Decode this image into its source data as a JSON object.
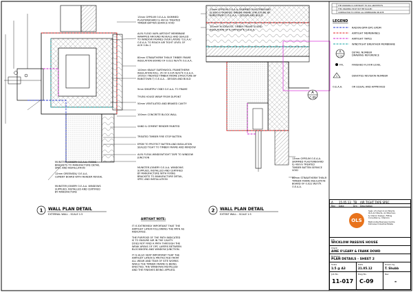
{
  "notes": {
    "gypsum_top": [
      "13mm GYPSUM O.E.A.A. SKIMMED",
      "PLASTERBOARD to 40mm TREATED",
      "TIMBER BATTEN SERVICE VOID"
    ],
    "airtight_tape": [
      "ALFA FLEXO VAPA AIRTIGHT MEMBRANE",
      "WRAPPED AROUND REVEALS AND SEALED",
      "TO WINDOW FRAMES OVER LAYERS 'O.E.A.A.'",
      "O.E.A.A. TO REACH AIR TIGHT LEVEL OF",
      "ACH 0.6n-1"
    ],
    "strawtherm": [
      "80mm STRAWTHERM THIN-R TIMBER FRAME",
      "INSULATION BOARD OF 0.022 W/m²K O.E.A.A."
    ],
    "earthwool": [
      "140mm KNAUF EARTHWOOL FRAMETHERM",
      "INSULATION ROLL 35 OF 0.035 W/m²K O.E.A.A.",
      "140mm TREATED TIMBER FRAME STRUCTURE BY",
      "RANSTOWN T/ O.E.A.A. - DESIGN AND BUILD"
    ],
    "osb": "9mm SMARTPLY OSB3 O.E.A.A. TO FRAME",
    "tyvek": "TYVEK HOUSE WRAP FROM DUPONT",
    "ventilated": "50mm VENTILATED AND BRAKED CAVITY",
    "block": "100mm CONCRETE BLOCK WALL",
    "render": "SAND & CEMENT RENDER PAINTED",
    "firestop": "TREATED TIMBER FIRE STOP BATTEN",
    "epdm": [
      "EPDM TO PROTECT BATTEN AND INSULATION",
      "SEALED TIGHT TO TIMBER FRAME AND WINDOW"
    ],
    "flexa_tape": [
      "ALFA FLEXA WINDOWTIGHT TAPE TO WINDOW",
      "JUNCTION"
    ],
    "munster_brackets": [
      "MUNSTER JOINERY O.E.A.A. FIXING",
      "BRACKETS TO MANUFACTURE DETAIL",
      "SPEC AND INSTALLATION"
    ],
    "greensea": [
      "12mm GREENSEA/ O.E.A.A.",
      "CEMENT BOARD WITH RENDER REVEAL"
    ],
    "munster_windows_left": [
      "MUNSTER JOINERY O.E.A.A. WINDOWS",
      "SUPPLIED, INSTALLED AND CERTIFIED",
      "BY MANUFACTURE"
    ],
    "munster_windows_mid": [
      "MUNSTER JOINERY O.E.A.A. WINDOWS",
      "SUPPLIED, INSTALLED AND CERTIFIED",
      "BY MANUFACTURE WITH FIXING",
      "BRACKETS TO MANUFACTURE DETAIL,",
      "SPEC AND INSTALLATION"
    ],
    "gypsum_right_top": [
      "13mm GYPSUM O.E.A.A. SKIMMED PLASTERBOARD",
      "to 80mm TREATED TIMBER FRAME STRUCTURE BY",
      "RANSTOWN T/ O.E.A.A. - DESIGN AND BUILD"
    ],
    "rockwool": [
      "100mm ROCKWOOL TIMBER FRAME SOUND",
      "INSULATION OF 0.044 W/m²K O.E.A.A."
    ],
    "gypsum_right_bottom": [
      "13mm GYPSUM O.E.A.A.",
      "SKIMMED PLASTERBOARD",
      "to 40mm TREATED",
      "TIMBER BATTEN SERVICE",
      "VOID"
    ],
    "strawtherm_right": [
      "80mm STRAWTHERM THIN-R",
      "TIMBER FRAME INSULATION",
      "BOARD OF 0.022 W/m²K",
      "O.E.A.A."
    ]
  },
  "details": [
    {
      "number": "1",
      "title": "WALL PLAN DETAIL",
      "subtitle": "EXTERNAL WALL - SCALE 1:5"
    },
    {
      "number": "2",
      "title": "WALL PLAN DETAIL",
      "subtitle": "EXTENT WALL - SCALE 1:5"
    }
  ],
  "airtight_note": {
    "heading": "AIRTIGHT NOTE:",
    "paragraphs": [
      [
        "IT IS EXTREMELY IMPORTANT THAT THE",
        "AIRTIGHT LAYER FOLLOWING THE PATH AS",
        "INDICATED."
      ],
      [
        "THE PURPOSE OF THE PATH INDICATED",
        "IS TO ENSURE AIR IN THE CAVITY",
        "DOES NOT FIND A PATH THROUGH THE",
        "WEAK AREAS OF OPC LAYERS BETWEEN",
        "BLOCKWORK AND WINDOW JUNCTION."
      ],
      [
        "IT IS ALSO VERY IMPORTANT THAT THE",
        "AIRTIGHT LAYER IS PROTECTED FROM",
        "ALL WEAR AND TEAR OF SITE WORKS",
        "WHILE THE TIMBER FRAME IS BEING",
        "ERECTED, THE WINDOWS INSTALLED",
        "AND THE FINISHES BEING APPLIED."
      ]
    ]
  },
  "revisions": [
    "THE DRAWING IS COPYRIGHT TO OLS ARCHITECTS",
    "THIS DRAWING MUST NOT BE SCALED",
    "CONTRACTOR TO CHECK ALL DIMENSIONS ON SITE"
  ],
  "legend": {
    "title": "LEGEND",
    "items": [
      {
        "label": "RADON-DPM-DPC-EPDM",
        "color": "#2233cc",
        "style": "dashed"
      },
      {
        "label": "AIRTIGHT MEMBRANES",
        "color": "#e02020",
        "style": "dashed"
      },
      {
        "label": "AIRTIGHT TAPES",
        "color": "#cc22cc",
        "style": "dashed"
      },
      {
        "label": "WINDTIGHT BREATHER MEMBRANE",
        "color": "#10a0a0",
        "style": "dashed"
      }
    ],
    "symbols": [
      {
        "tag": "A",
        "sub": "C-09",
        "label": [
          "DETAIL NUMBER",
          "DRAWING REFERENCE"
        ]
      },
      {
        "tag": "FFL",
        "sub": "",
        "label": [
          "FINISHED FLOOR LEVEL"
        ]
      },
      {
        "tag": "1",
        "sub": "",
        "label": [
          "DENOTES REVISION NUMBER"
        ]
      },
      {
        "tag": "O.E.A.A.",
        "sub": "",
        "label": [
          "OR EQUAL AND APPROVED"
        ]
      }
    ]
  },
  "section_marker": {
    "tag": "A",
    "sub": "C-09"
  },
  "title_block": {
    "rev_row": [
      "A",
      "15.05.13",
      "TB",
      "AIR TIGHT TAPE SPEC"
    ],
    "rev_headers": [
      "Rev",
      "Date",
      "Drn",
      "Description"
    ],
    "logo": "OLS",
    "practice": [
      "Seán of Limerick Architects",
      "OLS Architects, Architecture",
      "& Interior Design, Fitting",
      "Consultancy, Interiors"
    ],
    "address": [
      "Ballincollig Business Centre",
      "Kilmaree Industrial Estate"
    ],
    "job_label": "Job",
    "job": "WICKLOW PASSIVE HOUSE",
    "client_label": "Client",
    "client": "AINE O'LEARY & FRANK DOWD",
    "drawing_label": "Drawing",
    "drawing": "PLAN DETAILS - SHEET 2",
    "scale_label": "Scale",
    "scale": "1:5 @ A3",
    "date_label": "Date",
    "date": "21.05.12",
    "drawn_label": "Drawn by",
    "drawn": "T. Shubb",
    "job_no_label": "Job No.",
    "job_no": "11-017",
    "dwg_no_label": "Dwg No.",
    "dwg_no": "C-09",
    "rev_label": "Rev",
    "rev": "-"
  }
}
